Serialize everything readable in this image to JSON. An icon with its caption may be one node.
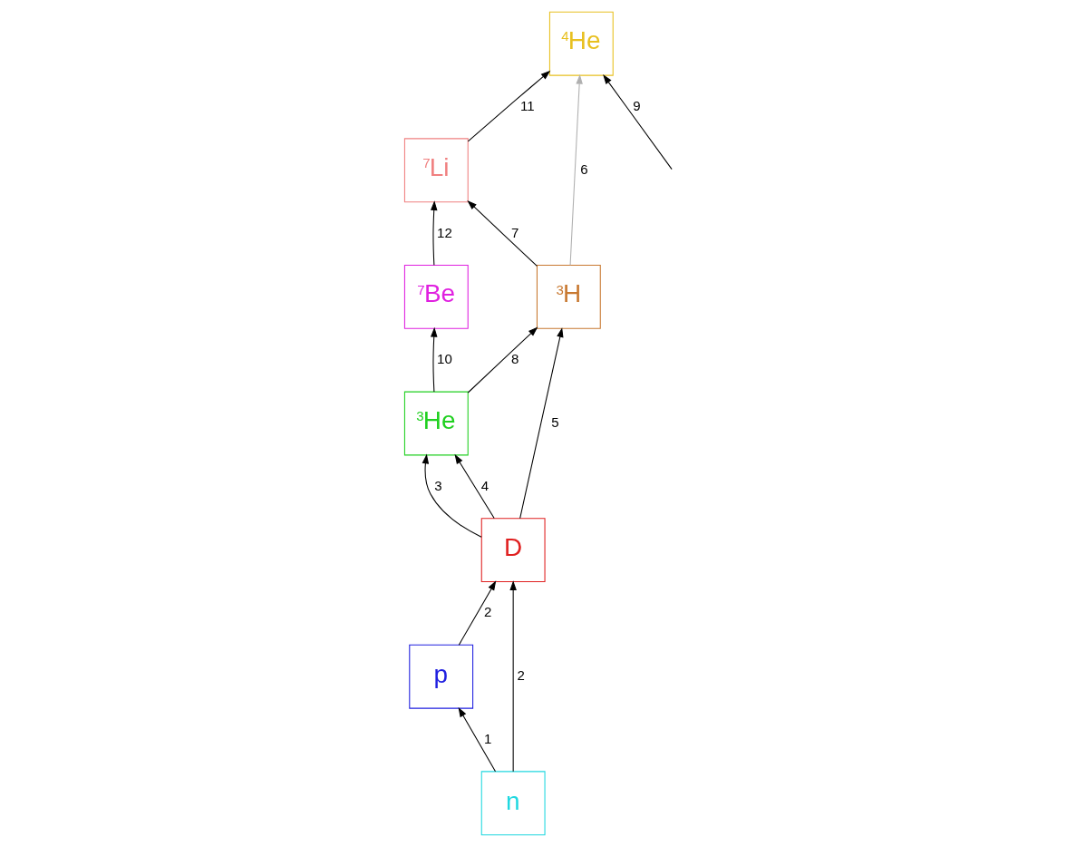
{
  "diagram": {
    "nodes": [
      {
        "text": [
          "$^{7}$Be"
        ]
      },
      {
        "text": [
          "$^{7}$Li"
        ]
      },
      {
        "text": [
          "$^{3}$He"
        ]
      },
      {
        "text": [
          "$^{4}$He"
        ]
      },
      {
        "text": [
          "p"
        ]
      },
      {
        "text": [
          "D"
        ]
      },
      {
        "text": [
          "$^{3}$H"
        ]
      },
      {
        "text": [
          "n"
        ]
      }
    ],
    "edges": [
      {
        "from": 7,
        "to": 4,
        "arrow": "to",
        "label": "1"
      },
      {
        "from": 4,
        "to": 5,
        "arrow": "to",
        "label": "2"
      },
      {
        "from": 7,
        "to": 5,
        "arrow": "to",
        "label": "2"
      },
      {
        "from": 5,
        "to": 2,
        "arrow": "to",
        "label": "3"
      },
      {
        "from": 5,
        "to": 2,
        "arrow": "to",
        "label": "4"
      },
      {
        "from": 5,
        "to": 6,
        "arrow": "to",
        "label": "5"
      },
      {
        "from": 6,
        "to": 3,
        "arrow": "to",
        "label": "6",
        "color": "#b0b0b0"
      },
      {
        "from": 6,
        "to": 1,
        "arrow": "to",
        "label": "7"
      },
      {
        "from": 2,
        "to": 6,
        "arrow": "to",
        "label": "8"
      },
      {
        "from": null,
        "to": 3,
        "arrow": "to",
        "label": "9"
      },
      {
        "from": 2,
        "to": 0,
        "arrow": "to",
        "label": "10"
      },
      {
        "from": 1,
        "to": 3,
        "arrow": "to",
        "label": "11"
      },
      {
        "from": 0,
        "to": 1,
        "arrow": "to",
        "label": "12"
      }
    ]
  }
}
